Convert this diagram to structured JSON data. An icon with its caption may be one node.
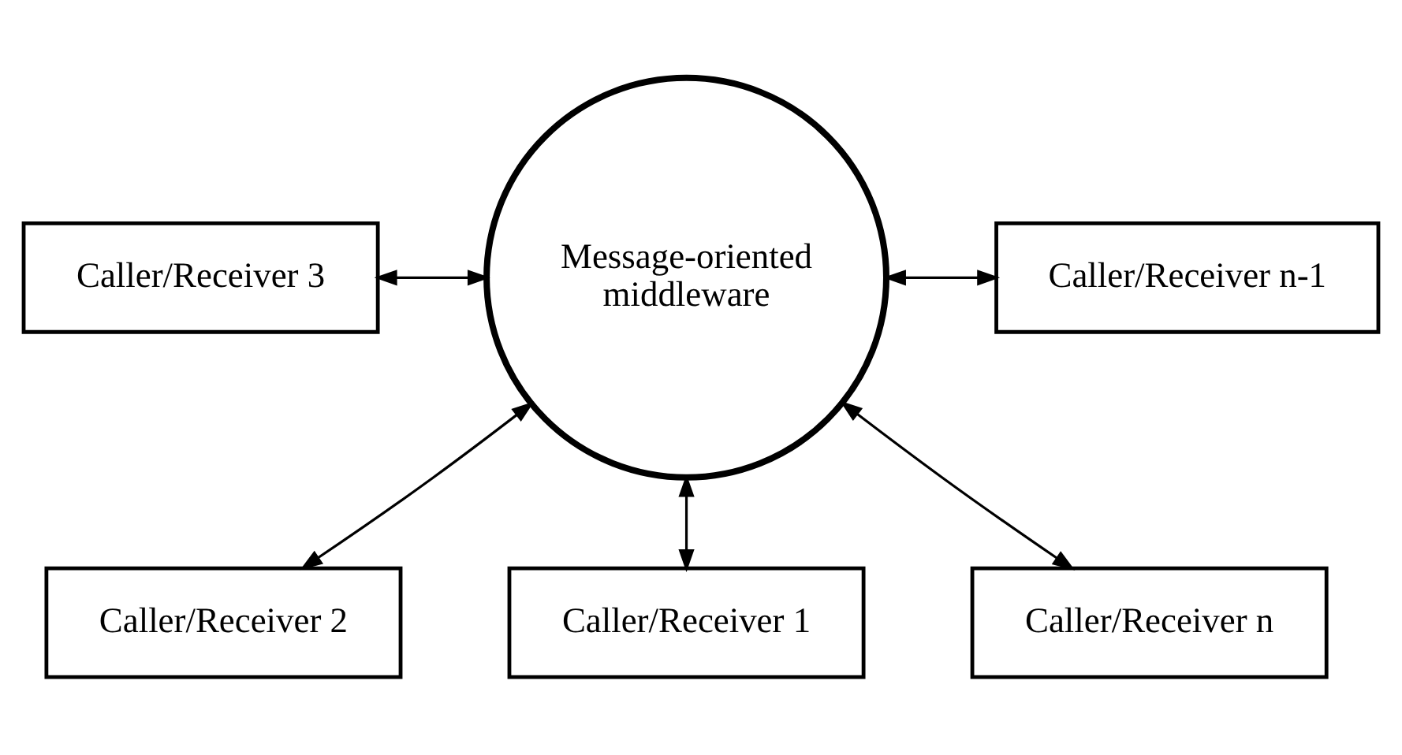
{
  "diagram": {
    "nodes": [
      {
        "text": [
          "Message-oriented middleware"
        ]
      },
      {
        "text": [
          "Caller/Receiver 3"
        ]
      },
      {
        "text": [
          "Caller/Receiver n-1"
        ]
      },
      {
        "text": [
          "Caller/Receiver 2"
        ]
      },
      {
        "text": [
          "Caller/Receiver n"
        ]
      },
      {
        "text": [
          "Caller/Receiver 1"
        ]
      }
    ],
    "edges": [
      {
        "from": 1,
        "to": 0,
        "arrow": "both"
      },
      {
        "from": 0,
        "to": 2,
        "arrow": "both"
      },
      {
        "from": 0,
        "to": 3,
        "arrow": "both"
      },
      {
        "from": 0,
        "to": 5,
        "arrow": "both"
      },
      {
        "from": 0,
        "to": 4,
        "arrow": "both"
      }
    ]
  }
}
